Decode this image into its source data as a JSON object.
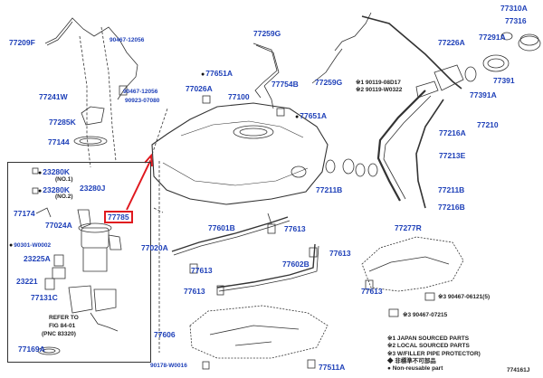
{
  "diagram_id": "774161J",
  "labels": {
    "p77209F": "77209F",
    "p90467_12056a": "90467-12056",
    "p77241W": "77241W",
    "p90467_12056b": "90467-12056",
    "p90923_07080": "90923-07080",
    "p77285K": "77285K",
    "p77144": "77144",
    "p77026A": "77026A",
    "p77651Aa": "77651A",
    "p77100": "77100",
    "p77259G_top": "77259G",
    "p77754B": "77754B",
    "p77259G_mid": "77259G",
    "p77651Ab": "77651A",
    "p90119_08D17": "※1 90119-08D17",
    "p90119_W0322": "※2 90119-W0322",
    "p77226A": "77226A",
    "p77291A": "77291A",
    "p77310A": "77310A",
    "p77316": "77316",
    "p77391": "77391",
    "p77391A": "77391A",
    "p77210": "77210",
    "p77216A": "77216A",
    "p77213E": "77213E",
    "p77211Ba": "77211B",
    "p77211Bb": "77211B",
    "p77216B": "77216B",
    "p23280Ka": "23280K",
    "p23280Ka_no": "(NO.1)",
    "p23280Kb": "23280K",
    "p23280Kb_no": "(NO.2)",
    "p23280J": "23280J",
    "p77174": "77174",
    "p77024A": "77024A",
    "p77785": "77785",
    "p90301_W0002": "90301-W0002",
    "p23225A": "23225A",
    "p23221": "23221",
    "p77131C": "77131C",
    "p77020A": "77020A",
    "p77601B": "77601B",
    "p77613a": "77613",
    "p77613b": "77613",
    "p77613c": "77613",
    "p77613d": "77613",
    "p77602B": "77602B",
    "p77613e": "77613",
    "p77277R": "77277R",
    "p90467_06121": "※3 90467-06121(5)",
    "p90467_07215": "※3 90467-07215",
    "p77606": "77606",
    "p90178_W0016": "90178-W0016",
    "p77511A": "77511A",
    "p77169A": "77169A"
  },
  "refer": {
    "line1": "REFER TO",
    "line2": "FIG 84-01",
    "line3": "(PNC 83320)"
  },
  "legend": [
    "※1 JAPAN SOURCED PARTS",
    "※2 LOCAL SOURCED PARTS",
    "※3 W/FILLER PIPE PROTECTOR)",
    "◆ 非標準不可部品",
    "● Non-reusable part"
  ],
  "colors": {
    "label": "#1d3fb8",
    "highlight": "#e0191f",
    "line": "#333333"
  }
}
